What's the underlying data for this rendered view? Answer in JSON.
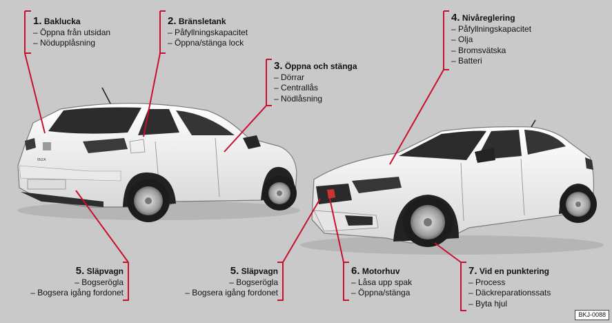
{
  "callouts": [
    {
      "num": "1.",
      "title": "Baklucka",
      "items": [
        "– Öppna från utsidan",
        "– Nödupplåsning"
      ]
    },
    {
      "num": "2.",
      "title": "Bränsletank",
      "items": [
        "– Påfyllningskapacitet",
        "– Öppna/stänga lock"
      ]
    },
    {
      "num": "3.",
      "title": "Öppna och stänga",
      "items": [
        "– Dörrar",
        "– Centrallås",
        "– Nödlåsning"
      ]
    },
    {
      "num": "4.",
      "title": "Nivåreglering",
      "items": [
        "– Påfyllningskapacitet",
        "– Olja",
        "– Bromsvätska",
        "– Batteri"
      ]
    },
    {
      "num": "5.",
      "title": "Släpvagn",
      "items": [
        "– Bogserögla",
        "– Bogsera igång fordonet"
      ]
    },
    {
      "num": "5.",
      "title": "Släpvagn",
      "items": [
        "– Bogserögla",
        "– Bogsera igång fordonet"
      ]
    },
    {
      "num": "6.",
      "title": "Motorhuv",
      "items": [
        "– Låsa upp spak",
        "– Öppna/stänga"
      ]
    },
    {
      "num": "7.",
      "title": "Vid en punktering",
      "items": [
        "– Process",
        "– Däckreparationssats",
        "– Byta hjul"
      ]
    }
  ],
  "car_badge": "IBIZA",
  "figure_code": "BKJ-0088",
  "colors": {
    "leader": "#c8102e",
    "background": "#c9c9c9",
    "car_body": "#f2f2f2"
  }
}
